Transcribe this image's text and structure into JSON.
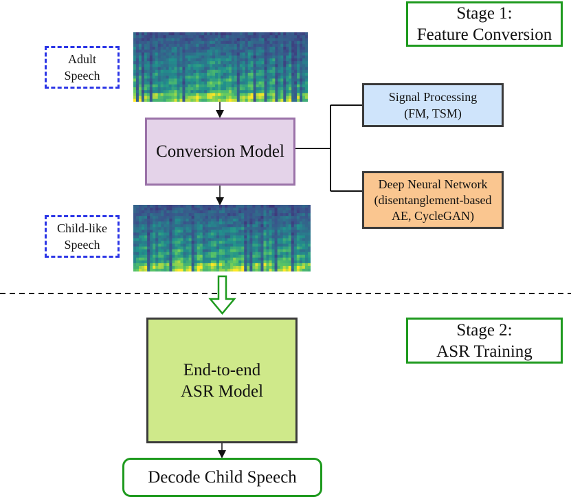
{
  "stage1": {
    "line1": "Stage 1:",
    "line2": "Feature Conversion"
  },
  "stage2": {
    "line1": "Stage 2:",
    "line2": "ASR Training"
  },
  "adult_speech": {
    "line1": "Adult",
    "line2": "Speech"
  },
  "childlike_speech": {
    "line1": "Child-like",
    "line2": "Speech"
  },
  "conversion_model": {
    "label": "Conversion Model"
  },
  "signal_processing": {
    "line1": "Signal Processing",
    "line2": "(FM, TSM)"
  },
  "deep_neural_network": {
    "line1": "Deep Neural Network",
    "line2": "(disentanglement-based",
    "line3": "AE, CycleGAN)"
  },
  "asr_model": {
    "line1": "End-to-end",
    "line2": "ASR Model"
  },
  "decode": {
    "label": "Decode Child Speech"
  },
  "colors": {
    "stage_border": "#1e9a1e",
    "dashed_border": "#2b35e6",
    "conversion_fill": "#e4d3e9",
    "conversion_border": "#9a72a8",
    "signal_fill": "#cfe4fb",
    "dnn_fill": "#fac690",
    "asr_fill": "#cfe98a",
    "spectrogram_low": "#2d1c5e",
    "spectrogram_high": "#ffe74b"
  },
  "icons": [
    "spectrogram-image",
    "hollow-down-arrow-icon",
    "down-arrow-icon"
  ]
}
